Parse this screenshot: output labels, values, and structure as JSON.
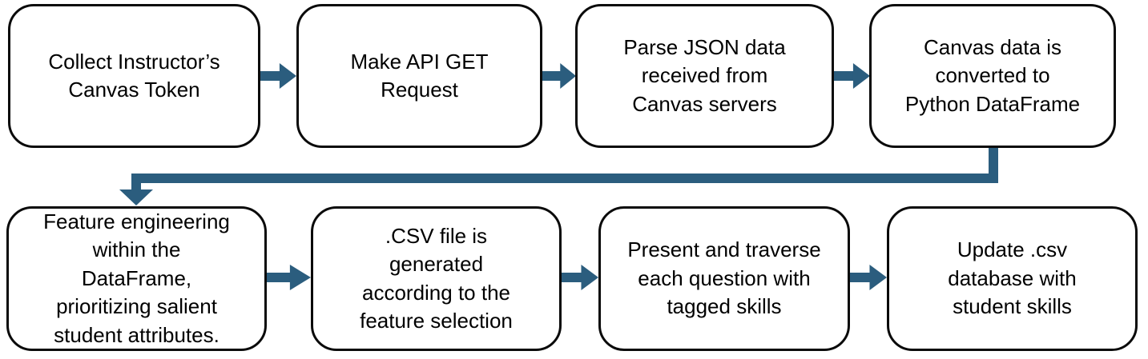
{
  "colors": {
    "accent": "#2B5D7E",
    "box_border": "#0A0A0A",
    "background": "#FFFFFF",
    "text": "#000000"
  },
  "flow": {
    "row1": [
      {
        "id": "collect-token",
        "lines": [
          "Collect Instructor’s",
          "Canvas Token"
        ]
      },
      {
        "id": "api-get-request",
        "lines": [
          "Make API GET",
          "Request"
        ]
      },
      {
        "id": "parse-json",
        "lines": [
          "Parse JSON data",
          "received from",
          "Canvas servers"
        ]
      },
      {
        "id": "to-dataframe",
        "lines": [
          "Canvas data is",
          "converted to",
          "Python DataFrame"
        ]
      }
    ],
    "row2": [
      {
        "id": "feature-engineering",
        "lines": [
          "Feature engineering",
          "within the",
          "DataFrame,",
          "prioritizing salient",
          "student attributes."
        ]
      },
      {
        "id": "csv-generated",
        "lines": [
          ".CSV file is",
          "generated",
          "according to the",
          "feature selection"
        ]
      },
      {
        "id": "traverse-questions",
        "lines": [
          "Present and traverse",
          "each question with",
          "tagged skills"
        ]
      },
      {
        "id": "update-csv",
        "lines": [
          "Update .csv",
          "database with",
          "student skills"
        ]
      }
    ]
  },
  "icons": {
    "arrow_right": "right-arrow-icon",
    "elbow_connector": "elbow-down-connector-icon"
  }
}
